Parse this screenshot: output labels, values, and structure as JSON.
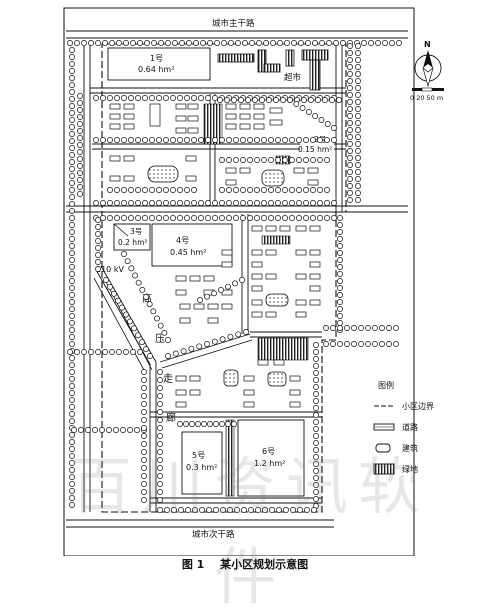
{
  "roads": {
    "main_top": "城市主干路",
    "secondary_bottom": "城市次干路"
  },
  "hv_line": {
    "voltage": "110 kV",
    "label_chars": [
      "高",
      "压",
      "走",
      "廊"
    ]
  },
  "building_supermarket": "超市",
  "parcels": [
    {
      "id": "1号",
      "area": "0.64 hm²"
    },
    {
      "id": "2号",
      "area": "0.15 hm²"
    },
    {
      "id": "3号",
      "area": "0.2 hm²"
    },
    {
      "id": "4号",
      "area": "0.45 hm²"
    },
    {
      "id": "5号",
      "area": "0.3 hm²"
    },
    {
      "id": "6号",
      "area": "1.2 hm²"
    }
  ],
  "north": {
    "letter": "N",
    "scale": "0  20  50 m"
  },
  "legend": {
    "title": "图例",
    "items": [
      {
        "label": "小区边界",
        "kind": "boundary"
      },
      {
        "label": "道路",
        "kind": "road"
      },
      {
        "label": "建筑",
        "kind": "building"
      },
      {
        "label": "绿地",
        "kind": "green"
      }
    ]
  },
  "caption": {
    "fig": "图 1",
    "title": "某小区规划示意图"
  },
  "watermark": "百川资讯软件"
}
